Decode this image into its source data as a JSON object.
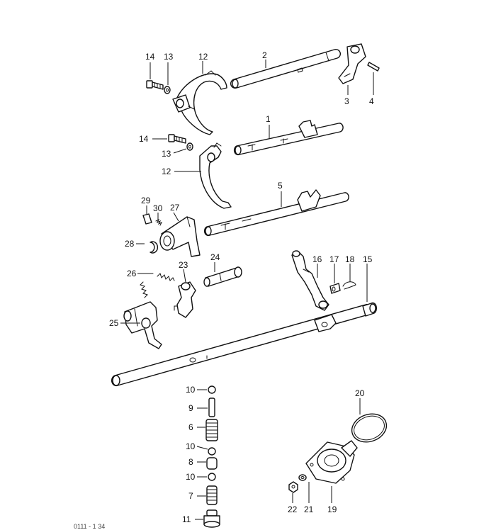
{
  "callouts": {
    "c1": "1",
    "c2": "2",
    "c3": "3",
    "c4": "4",
    "c5": "5",
    "c6": "6",
    "c7": "7",
    "c8": "8",
    "c9": "9",
    "c10a": "10",
    "c10b": "10",
    "c10c": "10",
    "c11": "11",
    "c12a": "12",
    "c12b": "12",
    "c13a": "13",
    "c13b": "13",
    "c14a": "14",
    "c14b": "14",
    "c15": "15",
    "c16": "16",
    "c17": "17",
    "c18": "18",
    "c19": "19",
    "c20": "20",
    "c21": "21",
    "c22": "22",
    "c23": "23",
    "c24": "24",
    "c25": "25",
    "c26": "26",
    "c27": "27",
    "c28": "28",
    "c29": "29",
    "c30": "30"
  },
  "footer_code": "0111 - 1 34"
}
